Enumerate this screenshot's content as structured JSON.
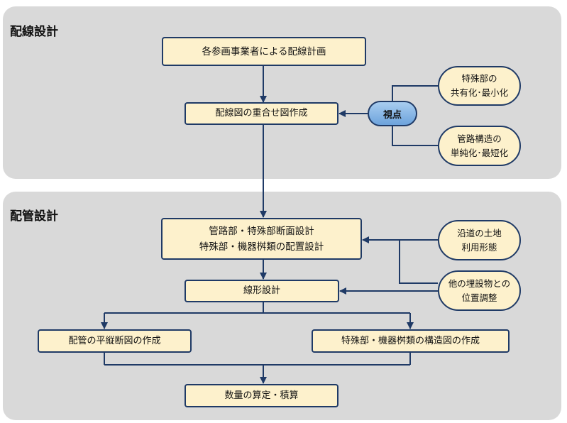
{
  "sections": {
    "wiring": {
      "title": "配線設計"
    },
    "piping": {
      "title": "配管設計"
    }
  },
  "nodes": {
    "wiring_plan": "各参画事業者による配線計画",
    "overlay": "配線図の重合せ図作成",
    "viewpoint": "視点",
    "special_line1": "特殊部の",
    "special_line2": "共有化･最小化",
    "pipe_line1": "管路構造の",
    "pipe_line2": "単純化･最短化",
    "pipe_design_line1": "管路部・特殊部断面設計",
    "pipe_design_line2": "特殊部・機器桝類の配置設計",
    "land_line1": "沿道の土地",
    "land_line2": "利用形態",
    "buried_line1": "他の埋設物との",
    "buried_line2": "位置調整",
    "alignment": "線形設計",
    "plan_section": "配管の平縦断図の作成",
    "structure": "特殊部・機器桝類の構造図の作成",
    "quantity": "数量の算定・積算"
  },
  "colors": {
    "panel": "#d9d9d9",
    "box_fill": "#fdf1cc",
    "border": "#1f3a66",
    "viewpoint_fill": "#8dbbe8"
  }
}
